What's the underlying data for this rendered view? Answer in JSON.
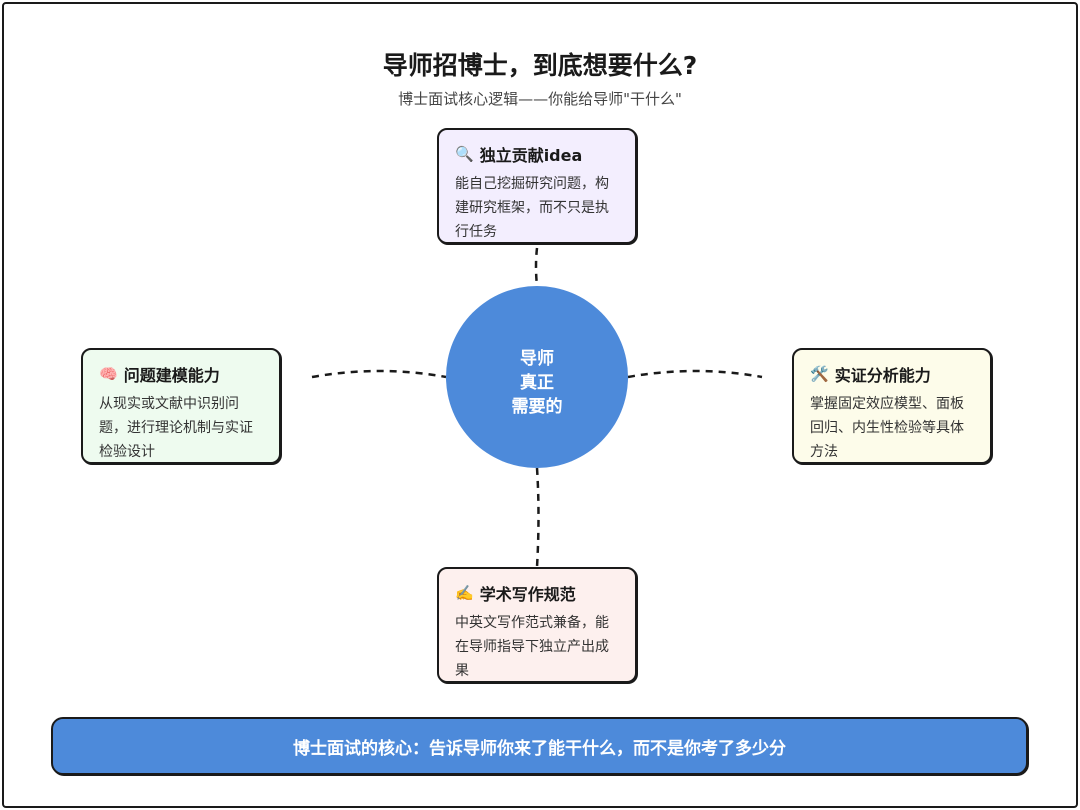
{
  "title": "导师招博士，到底想要什么?",
  "subtitle": "博士面试核心逻辑——你能给导师\"干什么\"",
  "hub": {
    "lines": [
      "导师",
      "真正",
      "需要的"
    ],
    "color": "#4d8ada"
  },
  "cards": {
    "top": {
      "icon": "🔍",
      "icon_name": "magnifier-icon",
      "title": "独立贡献idea",
      "lines": [
        "能自己挖掘研究问题，构",
        "建研究框架，而不只是执",
        "行任务"
      ]
    },
    "left": {
      "icon": "🧠",
      "icon_name": "brain-icon",
      "title": "问题建模能力",
      "lines": [
        "从现实或文献中识别问",
        "题，进行理论机制与实证",
        "检验设计"
      ]
    },
    "right": {
      "icon": "🛠️",
      "icon_name": "tools-icon",
      "title": "实证分析能力",
      "lines": [
        "掌握固定效应模型、面板",
        "回归、内生性检验等具体",
        "方法"
      ]
    },
    "bottom": {
      "icon": "✍️",
      "icon_name": "writing-hand-icon",
      "title": "学术写作规范",
      "lines": [
        "中英文写作范式兼备，能",
        "在导师指导下独立产出成",
        "果"
      ]
    }
  },
  "banner": {
    "text": "博士面试的核心：告诉导师你来了能干什么，而不是你考了多少分"
  },
  "colors": {
    "accent_blue": "#4d8ada",
    "card_top_bg": "#f3eefe",
    "card_left_bg": "#eefbef",
    "card_right_bg": "#fdfcea",
    "card_bottom_bg": "#fdf0ee"
  }
}
